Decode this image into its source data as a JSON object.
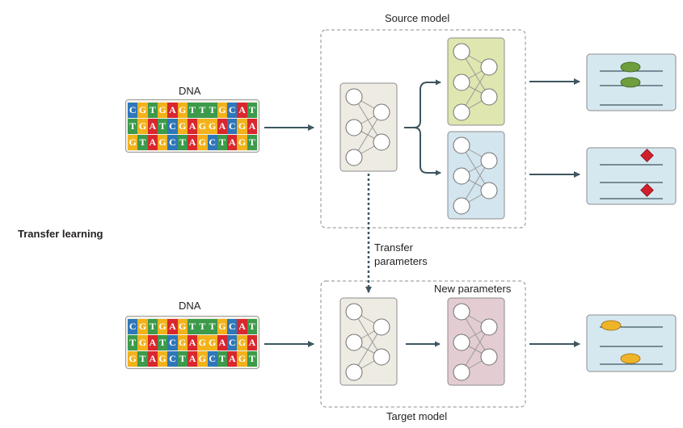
{
  "labels": {
    "source_model": "Source model",
    "target_model": "Target model",
    "new_parameters": "New parameters",
    "transfer_line1": "Transfer",
    "transfer_line2": "parameters",
    "transfer_learning": "Transfer learning",
    "dna_top": "DNA",
    "dna_bottom": "DNA"
  },
  "dna_sequences": [
    "CGTGAGTTTGCAT",
    "TGATCGAGGACGA",
    "GTAGCTAGCTAGT"
  ],
  "base_colors": {
    "A": "#d9272e",
    "C": "#2e77b8",
    "G": "#f2b21b",
    "T": "#3c9a4a"
  },
  "colors": {
    "shared_net_fill": "#eeebe3",
    "task1_net_fill": "#dfe6b0",
    "task2_net_fill": "#d3e5ee",
    "new_net_fill": "#e3cdd2",
    "output_panel_fill": "#d6e8ef",
    "green_peak": "#6e9e3c",
    "red_diamond": "#d11f2e",
    "yellow_peak": "#f0b429",
    "arrow": "#3e5660"
  }
}
